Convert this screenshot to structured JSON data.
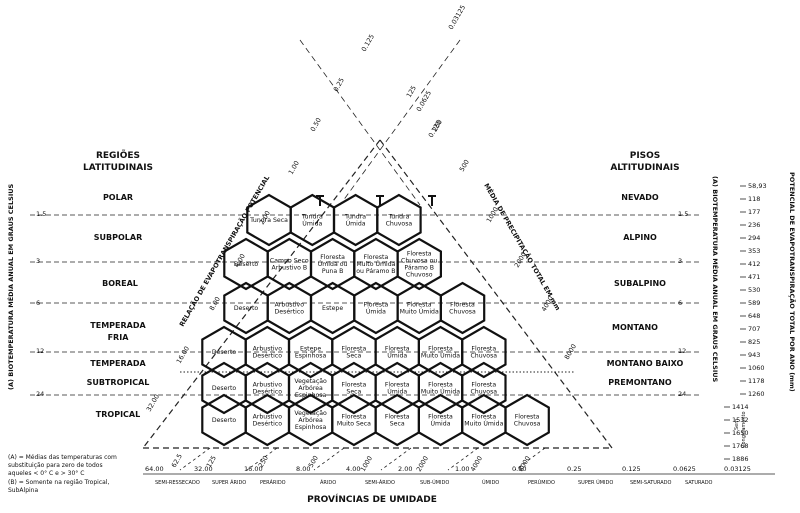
{
  "left_header": [
    "REGIÕES",
    "LATITUDINAIS"
  ],
  "right_header": [
    "PISOS",
    "ALTITUDINAIS"
  ],
  "left_axis_label": "(A) BIOTEMPERATURA MÉDIA ANUAL EM GRAUS CELSIUS",
  "right_axis_label": "(A) BIOTEMPERATURA MÉDIA ANUAL EM GRAUS CELSIUS",
  "far_right_axis_label": "POTENCIAL DE EVAPOTRANSPIRAÇÃO TOTAL POR ANO (mm)",
  "left_regions": [
    "POLAR",
    "SUBPOLAR",
    "BOREAL",
    "TEMPERADA FRIA",
    "TEMPERADA",
    "SUBTROPICAL",
    "TROPICAL"
  ],
  "right_floors": [
    "NEVADO",
    "ALPINO",
    "SUBALPINO",
    "MONTANO",
    "MONTANO BAIXO",
    "PREMONTANO"
  ],
  "temp_ticks": [
    "1.5",
    "3",
    "6",
    "12",
    "24"
  ],
  "pet_values": [
    "58,93",
    "118",
    "177",
    "236",
    "294",
    "353",
    "412",
    "471",
    "530",
    "589",
    "648",
    "707",
    "825",
    "943",
    "1060",
    "1178",
    "1260",
    "1414",
    "1532",
    "1650",
    "1768",
    "1886"
  ],
  "pet_side_label": [
    "Sem",
    "Congelamento"
  ],
  "pet_ratio_label": "RELAÇÃO DE EVAPOTRANSPIRAÇÃO POTENCIAL",
  "pet_ratio_values": [
    "0.125",
    "0.25",
    "0.50",
    "1.00",
    "2.00",
    "4.00",
    "8.00",
    "16.00",
    "32.00"
  ],
  "precip_label": "MÉDIA DE PRECIPITAÇÃO TOTAL EM mm",
  "precip_values_right": [
    "125",
    "250",
    "500",
    "1000",
    "2000",
    "4000",
    "8000"
  ],
  "precip_values_bottom": [
    "62.5",
    "125",
    "250",
    "500",
    "1000",
    "2000",
    "4000",
    "8000"
  ],
  "top_fractions": [
    "0.0625",
    "0.125",
    "0.03125"
  ],
  "bottom_ratio_values": [
    "64.00",
    "32.00",
    "16.00",
    "8.00",
    "4.00",
    "2.00",
    "1.00",
    "0.50",
    "0.25",
    "0.125",
    "0.0625",
    "0.03125"
  ],
  "humidity_provinces": [
    "SEMI-RESSECADO",
    "SUPER ÁRIDO",
    "PERÁRIDO",
    "ÁRIDO",
    "SEMI-ÁRIDO",
    "SUB-ÚMIDO",
    "ÚMIDO",
    "PERÚMIDO",
    "SUPER ÚMIDO",
    "SEMI-SATURADO",
    "SATURADO"
  ],
  "bottom_title": "PROVÍNCIAS DE UMIDADE",
  "notes": [
    "(A) = Médias das temperaturas com",
    "substituição para zero de todos",
    "aqueles < 0° C e > 30° C",
    "(B) = Somente na região Tropical,",
    "SubAlpina"
  ],
  "zone_rows": [
    [
      "Tundra Seca",
      "Tundra Úmida",
      "Tundra Úmida",
      "Tundra Chuvosa"
    ],
    [
      "Deserto",
      "Campo Seco Arbustivo B",
      "Floresta Úmida ou Puna B",
      "Floresta Muito Úmida ou Páramo B",
      "Floresta Chuvosa ou Páramo B Chuvoso"
    ],
    [
      "Deserto",
      "Arbustivo Desértico",
      "Estepe",
      "Floresta Úmida",
      "Floresta Muito Úmida",
      "Floresta Chuvosa"
    ],
    [
      "Deserto",
      "Arbustivo Desértico",
      "Estepe Espinhosa",
      "Floresta Seca",
      "Floresta Úmida",
      "Floresta Muito Úmida",
      "Floresta Chuvosa"
    ],
    [
      "Deserto",
      "Arbustivo Desértico",
      "Vegetação Arbórea Espinhosa",
      "Floresta Seca",
      "Floresta Úmida",
      "Floresta Muito Úmida",
      "Floresta Chuvosa"
    ],
    [
      "Deserto",
      "Arbustivo Desértico",
      "Vegetação Arbórea Espinhosa",
      "Floresta Muito Seca",
      "Floresta Seca",
      "Floresta Úmida",
      "Floresta Muito Úmida",
      "Floresta Chuvosa"
    ]
  ]
}
